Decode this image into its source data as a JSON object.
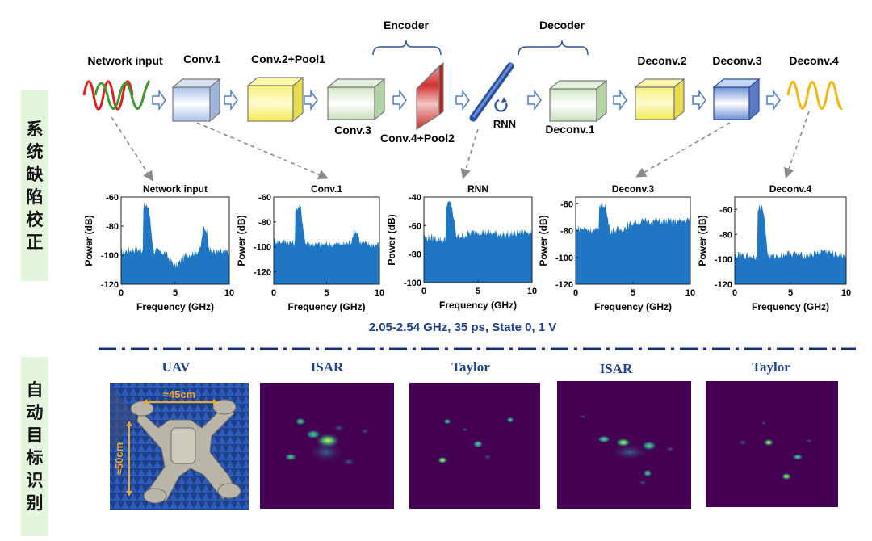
{
  "sidebar": {
    "top_chars": [
      "系",
      "统",
      "缺",
      "陷",
      "校",
      "正"
    ],
    "bottom_chars": [
      "自",
      "动",
      "目",
      "标",
      "识",
      "别"
    ]
  },
  "pipeline": {
    "network_input": "Network input",
    "conv1": "Conv.1",
    "conv2": "Conv.2+Pool1",
    "conv3": "Conv.3",
    "conv4": "Conv.4+Pool2",
    "rnn": "RNN",
    "deconv1": "Deconv.1",
    "deconv2": "Deconv.2",
    "deconv3": "Deconv.3",
    "deconv4": "Deconv.4",
    "encoder": "Encoder",
    "decoder": "Decoder"
  },
  "caption": "2.05-2.54 GHz, 35 ps, State 0, 1 V",
  "colors": {
    "spectrum": "#1f77c4",
    "caption": "#1f3f8f",
    "heatmap_bg": "#440154",
    "divider": "#14336b"
  },
  "chart_data": [
    {
      "type": "area",
      "title": "Network input",
      "xlabel": "Frequency (GHz)",
      "ylabel": "Power (dB)",
      "xlim": [
        0,
        10
      ],
      "ylim": [
        -120,
        -60
      ],
      "xticks": [
        "0",
        "5",
        "10"
      ],
      "yticks": [
        "-60",
        "-80",
        "-100",
        "-120"
      ],
      "x": [
        0,
        1,
        2,
        2.05,
        2.3,
        2.54,
        3,
        4,
        5,
        6,
        7,
        7.3,
        7.6,
        7.9,
        8.2,
        9,
        10
      ],
      "y": [
        -98,
        -96,
        -96,
        -66,
        -67,
        -66,
        -97,
        -98,
        -108,
        -100,
        -97,
        -97,
        -81,
        -82,
        -97,
        -98,
        -98
      ]
    },
    {
      "type": "area",
      "title": "Conv.1",
      "xlabel": "Frequency (GHz)",
      "ylabel": "Power (dB)",
      "xlim": [
        0,
        10
      ],
      "ylim": [
        -130,
        -60
      ],
      "xticks": [
        "0",
        "5",
        "10"
      ],
      "yticks": [
        "-60",
        "-80",
        "-100",
        "-120"
      ],
      "x": [
        0,
        1,
        2,
        2.05,
        2.3,
        2.54,
        3,
        4,
        5,
        6,
        7,
        7.3,
        7.6,
        7.9,
        8.2,
        9,
        10
      ],
      "y": [
        -95,
        -96,
        -97,
        -68,
        -69,
        -68,
        -97,
        -98,
        -98,
        -98,
        -97,
        -96,
        -87,
        -88,
        -97,
        -98,
        -98
      ]
    },
    {
      "type": "area",
      "title": "RNN",
      "xlabel": "Frequency (GHz)",
      "ylabel": "Power (dB)",
      "xlim": [
        0,
        10
      ],
      "ylim": [
        -100,
        -40
      ],
      "xticks": [
        "0",
        "5",
        "10"
      ],
      "yticks": [
        "-40",
        "-60",
        "-80",
        "-100"
      ],
      "x": [
        0,
        1,
        2,
        2.05,
        2.3,
        2.54,
        3,
        4,
        5,
        6,
        7,
        8,
        9,
        10
      ],
      "y": [
        -68,
        -69,
        -70,
        -44,
        -45,
        -44,
        -68,
        -66,
        -64,
        -65,
        -66,
        -66,
        -65,
        -63
      ]
    },
    {
      "type": "area",
      "title": "Deconv.3",
      "xlabel": "Frequency (GHz)",
      "ylabel": "Power (dB)",
      "xlim": [
        0,
        10
      ],
      "ylim": [
        -120,
        -55
      ],
      "xticks": [
        "0",
        "5",
        "10"
      ],
      "yticks": [
        "-60",
        "-80",
        "-100",
        "-120"
      ],
      "x": [
        0,
        1,
        2,
        2.05,
        2.3,
        2.54,
        3,
        4,
        5,
        6,
        7,
        8,
        9,
        10
      ],
      "y": [
        -78,
        -79,
        -80,
        -60,
        -61,
        -60,
        -80,
        -79,
        -74,
        -73,
        -73,
        -73,
        -73,
        -72
      ]
    },
    {
      "type": "area",
      "title": "Deconv.4",
      "xlabel": "Frequency (GHz)",
      "ylabel": "Power (dB)",
      "xlim": [
        0,
        10
      ],
      "ylim": [
        -120,
        -50
      ],
      "xticks": [
        "0",
        "5",
        "10"
      ],
      "yticks": [
        "-60",
        "-80",
        "-100",
        "-120"
      ],
      "x": [
        0,
        1,
        2,
        2.05,
        2.3,
        2.54,
        3,
        4,
        5,
        6,
        7,
        8,
        9,
        10
      ],
      "y": [
        -97,
        -97,
        -98,
        -58,
        -59,
        -58,
        -98,
        -97,
        -95,
        -97,
        -96,
        -93,
        -96,
        -97
      ]
    }
  ],
  "bottom": {
    "titles": [
      "UAV",
      "ISAR",
      "Taylor",
      "ISAR",
      "Taylor"
    ],
    "uav_width": "≈45cm",
    "uav_height": "≈50cm"
  }
}
